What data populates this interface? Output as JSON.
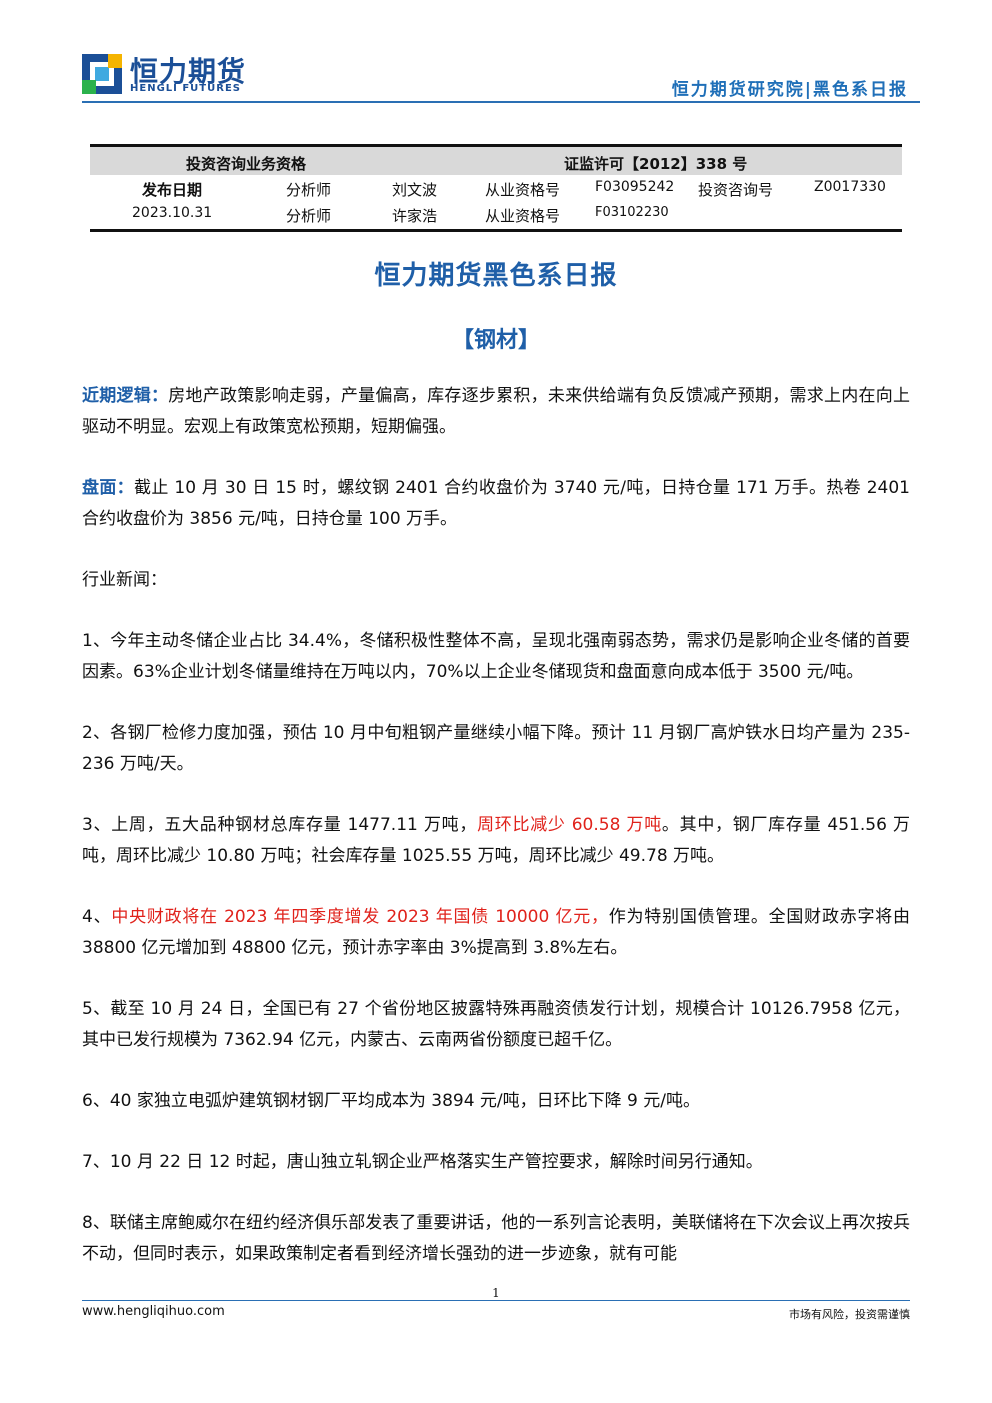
{
  "header": {
    "logo_cn": "恒力期货",
    "logo_en": "HENGLI FUTURES",
    "right_title": "恒力期货研究院|黑色系日报"
  },
  "info_table": {
    "qualification_label": "投资咨询业务资格",
    "license": "证监许可【2012】338 号",
    "publish_date_label": "发布日期",
    "publish_date": "2023.10.31",
    "analysts": [
      {
        "role": "分析师",
        "name": "刘文波",
        "cert_label": "从业资格号",
        "cert_no": "F03095242",
        "consult_label": "投资咨询号",
        "consult_no": "Z0017330"
      },
      {
        "role": "分析师",
        "name": "许家浩",
        "cert_label": "从业资格号",
        "cert_no": "F03102230"
      }
    ]
  },
  "title": "恒力期货黑色系日报",
  "subtitle": "【钢材】",
  "sections": {
    "logic_label": "近期逻辑：",
    "logic_text": "房地产政策影响走弱，产量偏高，库存逐步累积，未来供给端有负反馈减产预期，需求上内在向上驱动不明显。宏观上有政策宽松预期，短期偏强。",
    "market_label": "盘面：",
    "market_text": "截止 10 月 30 日 15 时，螺纹钢 2401 合约收盘价为 3740 元/吨，日持仓量 171 万手。热卷 2401 合约收盘价为 3856 元/吨，日持仓量 100 万手。",
    "news_label": "行业新闻："
  },
  "news": {
    "n1": "1、今年主动冬储企业占比 34.4%，冬储积极性整体不高，呈现北强南弱态势，需求仍是影响企业冬储的首要因素。63%企业计划冬储量维持在万吨以内，70%以上企业冬储现货和盘面意向成本低于 3500 元/吨。",
    "n2": "2、各钢厂检修力度加强，预估 10 月中旬粗钢产量继续小幅下降。预计 11 月钢厂高炉铁水日均产量为 235-236 万吨/天。",
    "n3_a": "3、上周，五大品种钢材总库存量 1477.11 万吨，",
    "n3_red": "周环比减少 60.58 万吨",
    "n3_b": "。其中，钢厂库存量 451.56 万吨，周环比减少 10.80 万吨；社会库存量 1025.55 万吨，周环比减少 49.78 万吨。",
    "n4_a": "4、",
    "n4_red": "中央财政将在 2023 年四季度增发 2023 年国债 10000 亿元，",
    "n4_b": "作为特别国债管理。全国财政赤字将由 38800 亿元增加到 48800 亿元，预计赤字率由 3%提高到 3.8%左右。",
    "n5": "5、截至 10 月 24 日，全国已有 27 个省份地区披露特殊再融资债发行计划，规模合计 10126.7958 亿元，其中已发行规模为 7362.94 亿元，内蒙古、云南两省份额度已超千亿。",
    "n6": "6、40 家独立电弧炉建筑钢材钢厂平均成本为 3894 元/吨，日环比下降 9 元/吨。",
    "n7": "7、10 月 22 日 12 时起，唐山独立轧钢企业严格落实生产管控要求，解除时间另行通知。",
    "n8": "8、联储主席鲍威尔在纽约经济俱乐部发表了重要讲话，他的一系列言论表明，美联储将在下次会议上再次按兵不动，但同时表示，如果政策制定者看到经济增长强劲的进一步迹象，就有可能"
  },
  "footer": {
    "page": "1",
    "website": "www.hengliqihuo.com",
    "disclaimer": "市场有风险，投资需谨慎"
  },
  "colors": {
    "brand_blue": "#1f5fa8",
    "highlight_red": "#e0221b"
  }
}
